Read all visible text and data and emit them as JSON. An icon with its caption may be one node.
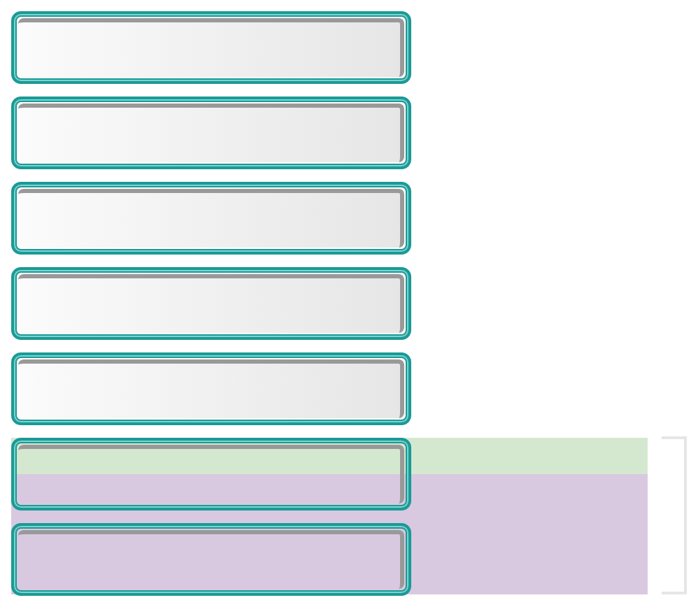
{
  "diagram": {
    "nodes": [
      {
        "text": [],
        "shape": "box"
      },
      {
        "text": [],
        "shape": "box"
      },
      {
        "text": [],
        "shape": "box"
      },
      {
        "text": [],
        "shape": "box"
      },
      {
        "text": [],
        "shape": "box"
      },
      {
        "text": [],
        "shape": "box"
      },
      {
        "text": [],
        "shape": "box"
      },
      {
        "text": [],
        "shape": "bracket"
      }
    ]
  }
}
